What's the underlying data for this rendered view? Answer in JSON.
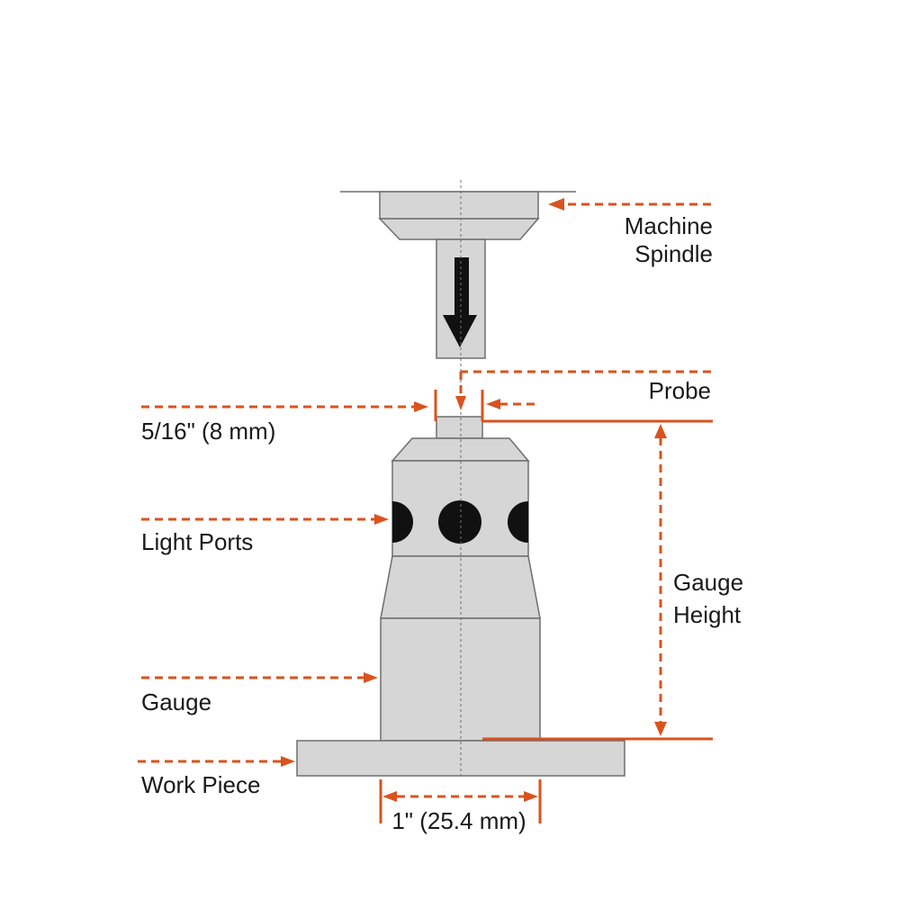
{
  "labels": {
    "machine_spindle_line1": "Machine",
    "machine_spindle_line2": "Spindle",
    "probe": "Probe",
    "probe_width": "5/16\" (8 mm)",
    "light_ports": "Light Ports",
    "gauge_height_line1": "Gauge",
    "gauge_height_line2": "Height",
    "gauge": "Gauge",
    "work_piece": "Work Piece",
    "base_width": "1\" (25.4 mm)"
  },
  "colors": {
    "accent": "#d9531e",
    "part_fill": "#d6d6d6",
    "part_stroke": "#6e6e6e",
    "text": "#1a1a1a"
  }
}
